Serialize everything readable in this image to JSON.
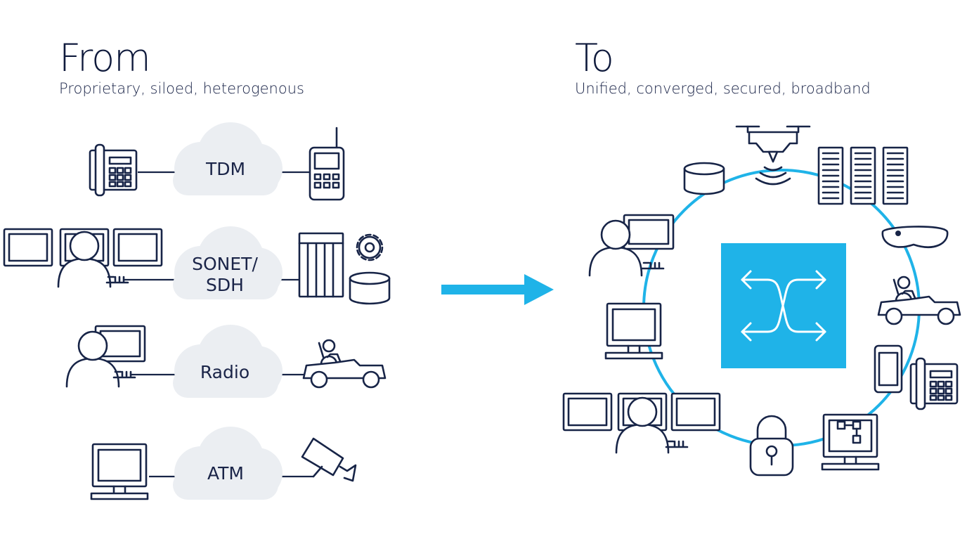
{
  "left": {
    "title": "From",
    "subtitle": "Proprietary, siloed, heterogenous"
  },
  "right": {
    "title": "To",
    "subtitle": "Unified, converged, secured, broadband"
  },
  "clouds": {
    "tdm": "TDM",
    "sonet_line1": "SONET/",
    "sonet_line2": "SDH",
    "radio": "Radio",
    "atm": "ATM"
  },
  "colors": {
    "accent": "#1fb3e8",
    "ink": "#172447",
    "cloud": "#ebeef2"
  }
}
